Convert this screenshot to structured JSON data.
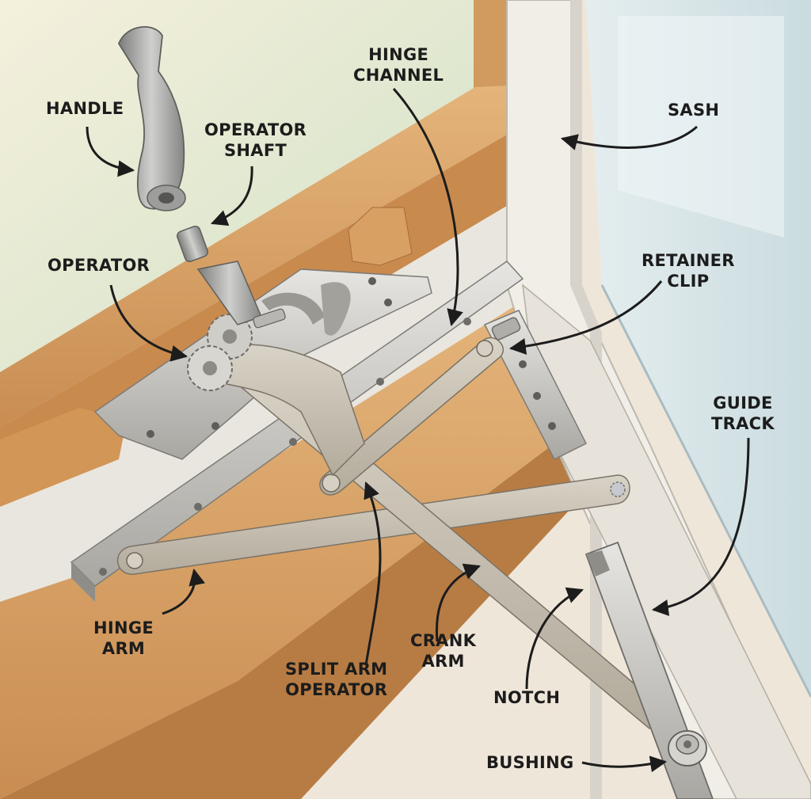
{
  "labels": {
    "handle": [
      "HANDLE"
    ],
    "operator_shaft": [
      "OPERATOR",
      "SHAFT"
    ],
    "operator": [
      "OPERATOR"
    ],
    "hinge_channel": [
      "HINGE",
      "CHANNEL"
    ],
    "sash": [
      "SASH"
    ],
    "retainer_clip": [
      "RETAINER",
      "CLIP"
    ],
    "guide_track": [
      "GUIDE",
      "TRACK"
    ],
    "hinge_arm": [
      "HINGE",
      "ARM"
    ],
    "split_arm_operator": [
      "SPLIT ARM",
      "OPERATOR"
    ],
    "crank_arm": [
      "CRANK",
      "ARM"
    ],
    "notch": [
      "NOTCH"
    ],
    "bushing": [
      "BUSHING"
    ]
  },
  "colors": {
    "wood": "#d9a367",
    "wood_dark": "#b9824a",
    "metal": "#c9c8c4",
    "metal_dark": "#8f8d88",
    "glass": "#d6e6ea",
    "wall": "#efe6da",
    "arrow": "#1c1c1c"
  }
}
